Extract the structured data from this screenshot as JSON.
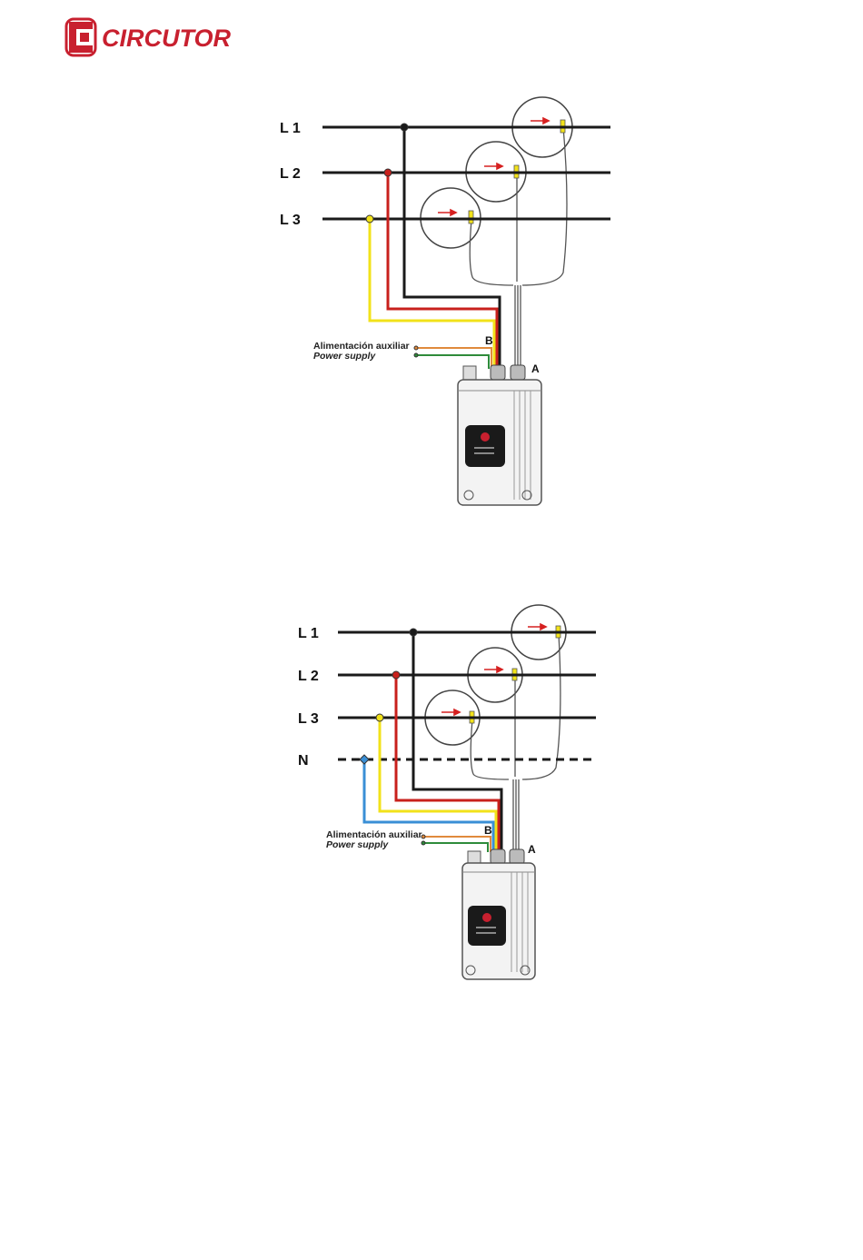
{
  "brand": {
    "logo_text": "CIRCUTOR",
    "color": "#c8202f"
  },
  "colors": {
    "phase_L1": "#1a1a1a",
    "phase_L2": "#c8201c",
    "phase_L3": "#f2e21a",
    "neutral": "#3a8fd6",
    "aux_orange": "#e08a3c",
    "aux_green": "#2e8b3a",
    "arrow": "#d62020"
  },
  "diagram_3wire": {
    "lines": [
      "L 1",
      "L 2",
      "L 3"
    ],
    "aux_label": "Alimentación auxiliar",
    "aux_label_en": "Power supply",
    "connector_b": "B",
    "connector_a": "A"
  },
  "diagram_4wire": {
    "lines": [
      "L 1",
      "L 2",
      "L 3",
      "N"
    ],
    "aux_label": "Alimentación auxiliar",
    "aux_label_en": "Power supply",
    "connector_b": "B",
    "connector_a": "A"
  }
}
